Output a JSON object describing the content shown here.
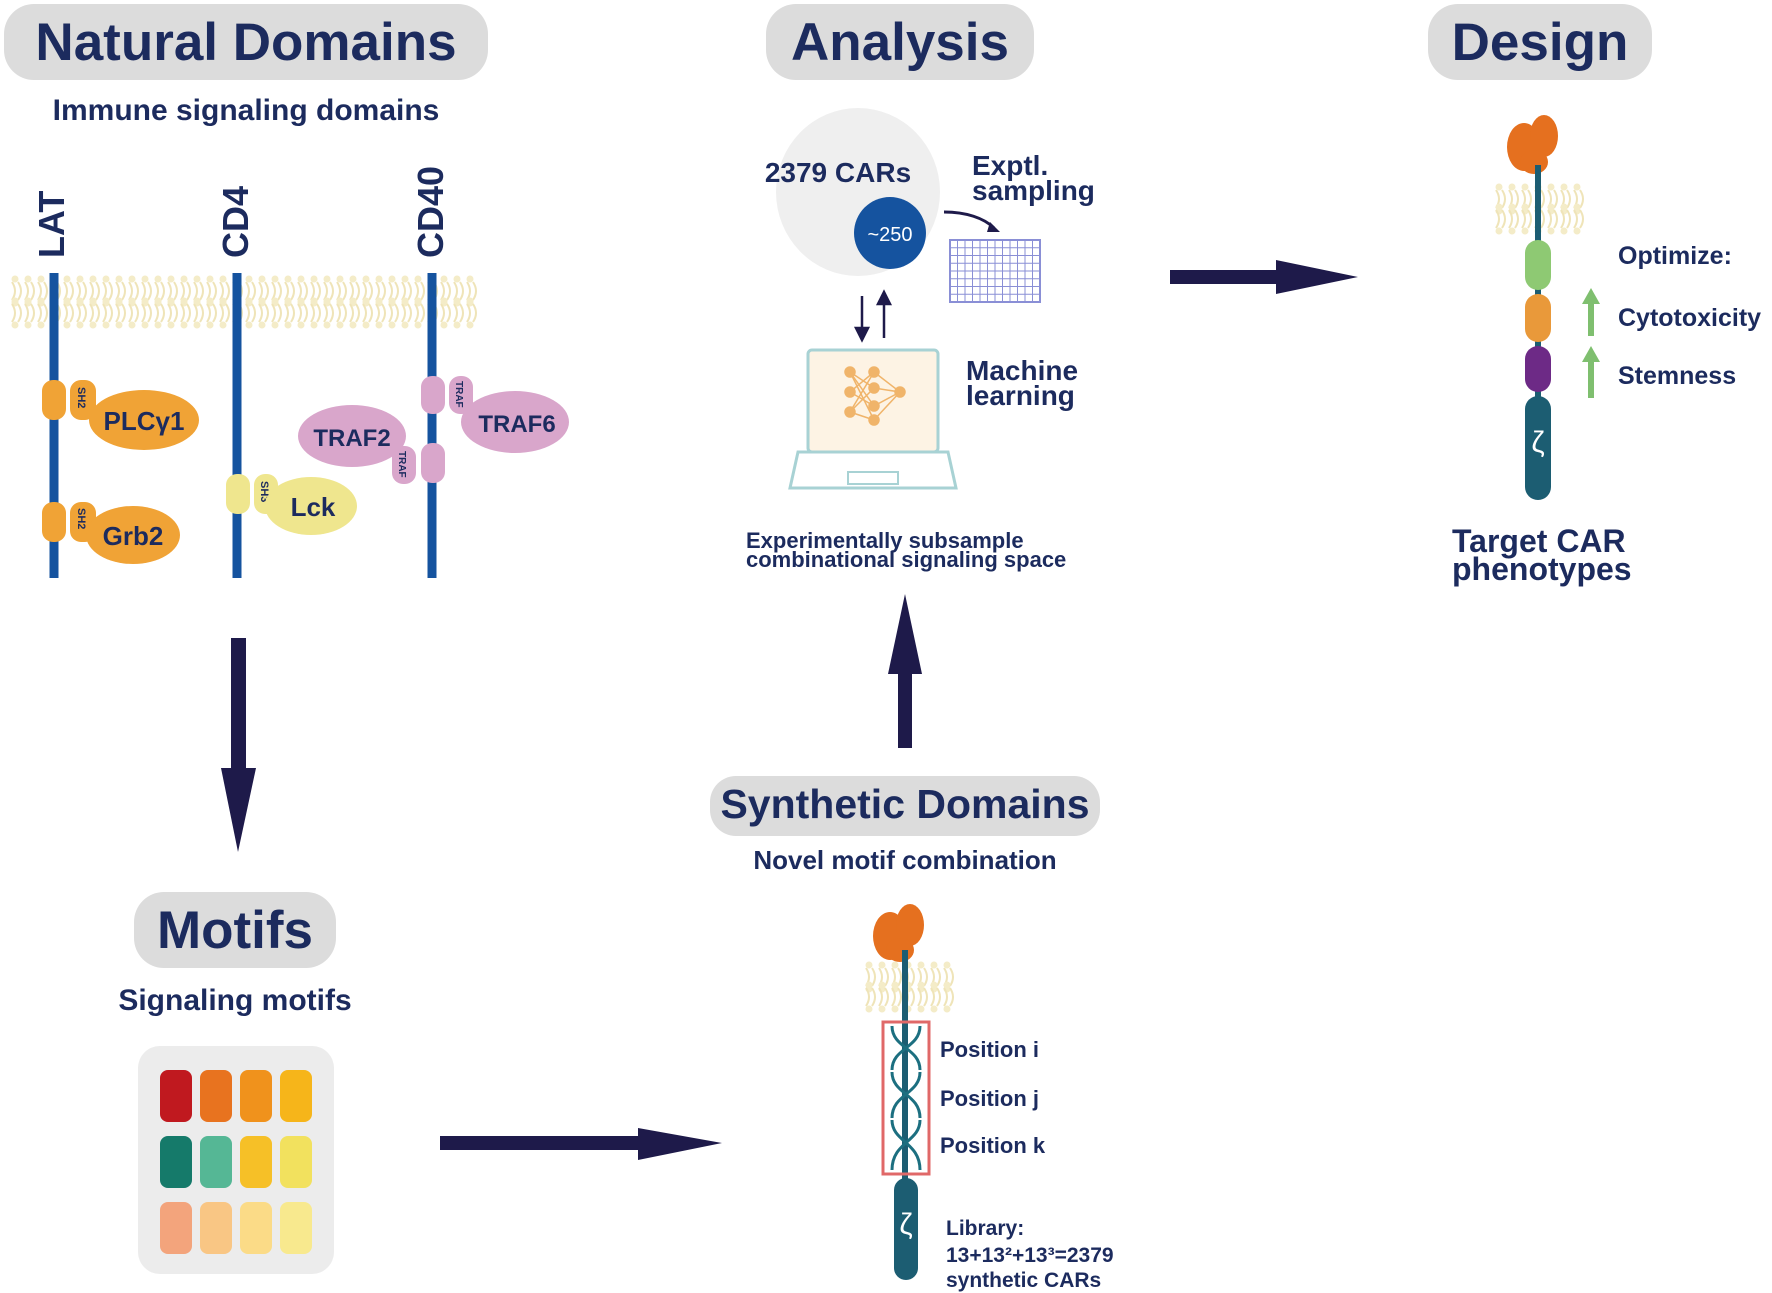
{
  "sections": {
    "natural": {
      "title": "Natural Domains",
      "subtitle": "Immune signaling domains"
    },
    "analysis": {
      "title": "Analysis"
    },
    "design": {
      "title": "Design"
    },
    "motifs": {
      "title": "Motifs",
      "subtitle": "Signaling motifs"
    },
    "synthetic": {
      "title": "Synthetic Domains",
      "subtitle": "Novel motif combination"
    }
  },
  "natural_domains": {
    "columns": [
      "LAT",
      "CD4",
      "CD40"
    ],
    "sh2": "SH2",
    "sh3": "SH3",
    "traf": "TRAF",
    "proteins": {
      "plcg1": "PLCγ1",
      "grb2": "Grb2",
      "lck": "Lck",
      "traf2": "TRAF2",
      "traf6": "TRAF6"
    }
  },
  "analysis": {
    "cars_label": "2379 CARs",
    "sample_badge": "~250",
    "sampling_label": [
      "Exptl.",
      "sampling"
    ],
    "ml_label": [
      "Machine",
      "learning"
    ],
    "caption": [
      "Experimentally subsample",
      "combinational signaling space"
    ]
  },
  "design": {
    "optimize_label": "Optimize:",
    "traits": [
      "Cytotoxicity",
      "Stemness"
    ],
    "target_label": [
      "Target CAR",
      "phenotypes"
    ]
  },
  "synthetic": {
    "positions": [
      "Position i",
      "Position j",
      "Position k"
    ],
    "library": [
      "Library:",
      "13+13²+13³=2379",
      "synthetic CARs"
    ],
    "zeta": "ζ"
  },
  "motif_grid_colors": [
    [
      "#c0191f",
      "#e8731f",
      "#f0921c",
      "#f6b51a"
    ],
    [
      "#157a6a",
      "#55b795",
      "#f6c027",
      "#f2e15e"
    ],
    [
      "#f3a47c",
      "#f9c684",
      "#fbdb87",
      "#f8e98e"
    ]
  ],
  "colors": {
    "navy": "#1c2b5e",
    "membrane_blue": "#15539f",
    "orange": "#f0a336",
    "pink": "#d9a6cb",
    "yellow": "#efe68e",
    "green": "#8ec973",
    "purple": "#6d2a86",
    "teal": "#1c5d72",
    "antigen_orange": "#e5701f"
  }
}
